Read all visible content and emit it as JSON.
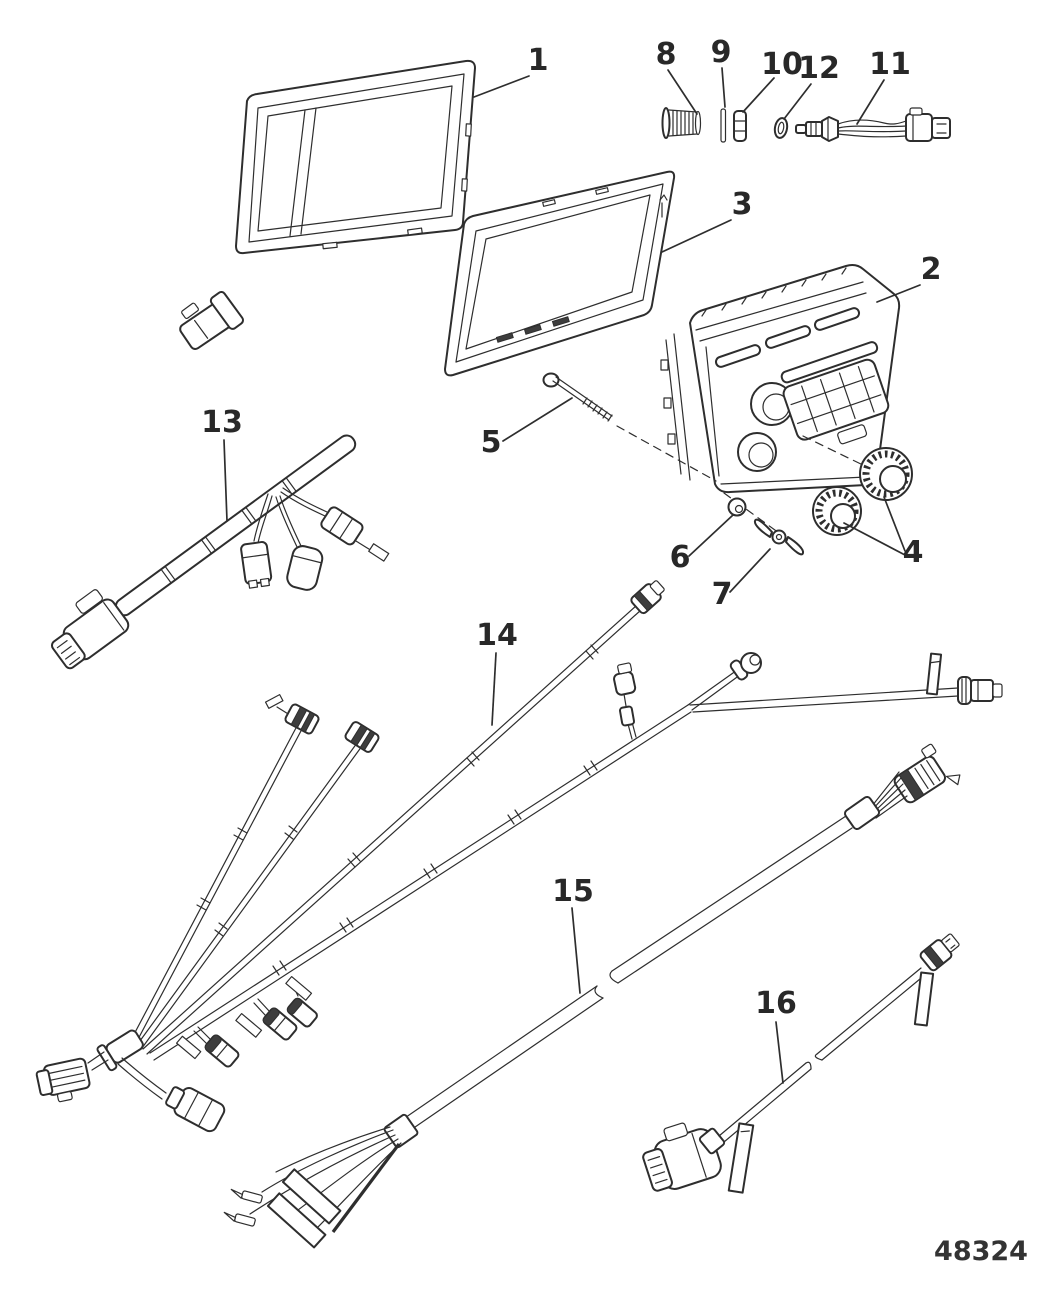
{
  "figure": {
    "drawing_number": "48324",
    "callouts": [
      {
        "num": "1"
      },
      {
        "num": "2"
      },
      {
        "num": "3"
      },
      {
        "num": "4"
      },
      {
        "num": "5"
      },
      {
        "num": "6"
      },
      {
        "num": "7"
      },
      {
        "num": "8"
      },
      {
        "num": "9"
      },
      {
        "num": "10"
      },
      {
        "num": "11"
      },
      {
        "num": "12"
      },
      {
        "num": "13"
      },
      {
        "num": "14"
      },
      {
        "num": "15"
      },
      {
        "num": "16"
      }
    ]
  }
}
